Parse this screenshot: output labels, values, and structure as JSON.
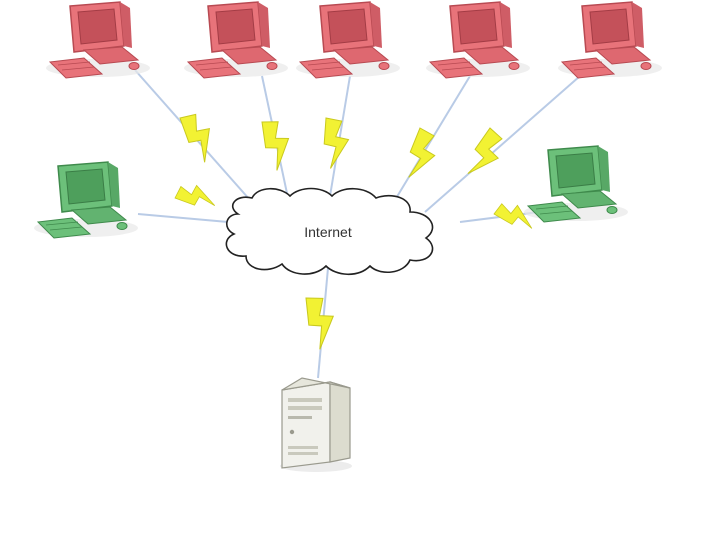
{
  "diagram": {
    "cloud_label": "Internet",
    "colors": {
      "red_pc": "#e8737a",
      "red_pc_dark": "#b84a52",
      "green_pc": "#6cc07a",
      "green_pc_dark": "#3f8a4c",
      "lightning": "#f2f233",
      "link_line": "#b9cbe6",
      "server": "#f1f1ec"
    },
    "nodes": [
      {
        "id": "pc-red-1",
        "kind": "computer",
        "color": "red"
      },
      {
        "id": "pc-red-2",
        "kind": "computer",
        "color": "red"
      },
      {
        "id": "pc-red-3",
        "kind": "computer",
        "color": "red"
      },
      {
        "id": "pc-red-4",
        "kind": "computer",
        "color": "red"
      },
      {
        "id": "pc-red-5",
        "kind": "computer",
        "color": "red"
      },
      {
        "id": "pc-green-left",
        "kind": "computer",
        "color": "green"
      },
      {
        "id": "pc-green-right",
        "kind": "computer",
        "color": "green"
      },
      {
        "id": "server",
        "kind": "server",
        "color": "beige"
      }
    ]
  }
}
